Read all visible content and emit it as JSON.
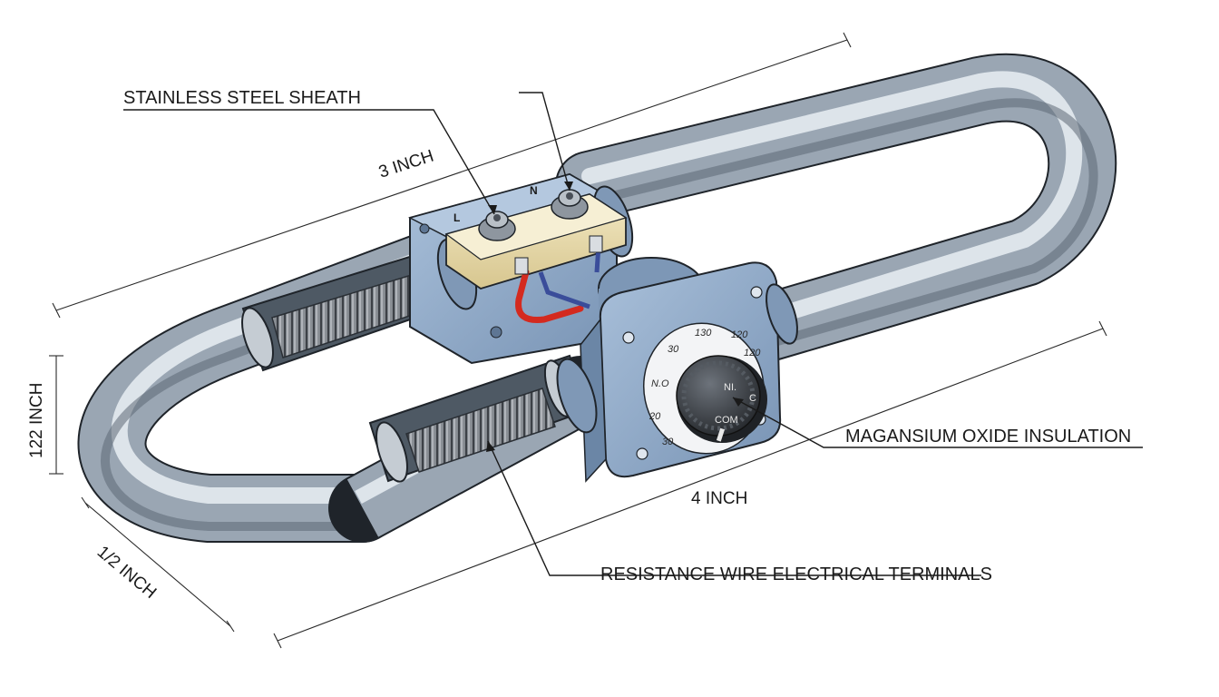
{
  "labels": {
    "sheath": "STAINLESS STEEL SHEATH",
    "insulation": "MAGANSIUM OXIDE INSULATION",
    "resistance": "RESISTANCE WIRE ELECTRICAL TERMINALS"
  },
  "dimensions": {
    "length_top": "3 INCH",
    "length_bottom": "4 INCH",
    "height_left": "122 INCH",
    "width_diag": "1/2 INCH"
  },
  "terminals": {
    "left": "L",
    "right": "N"
  },
  "thermostat": {
    "scale": [
      "30",
      "130",
      "120",
      "120",
      "N.O",
      "20",
      "30"
    ],
    "knob_text": "NI.",
    "com": "COM",
    "c": "C"
  },
  "colors": {
    "tube": "#aab6c3",
    "tube_dark": "#6f7d8c",
    "housing": "#8fa9c7",
    "housing_dark": "#6b86a6",
    "terminal_block": "#e9dcae",
    "wire_red": "#d42a1f",
    "wire_blue": "#3a4d9a",
    "knob": "#3b3f45"
  }
}
